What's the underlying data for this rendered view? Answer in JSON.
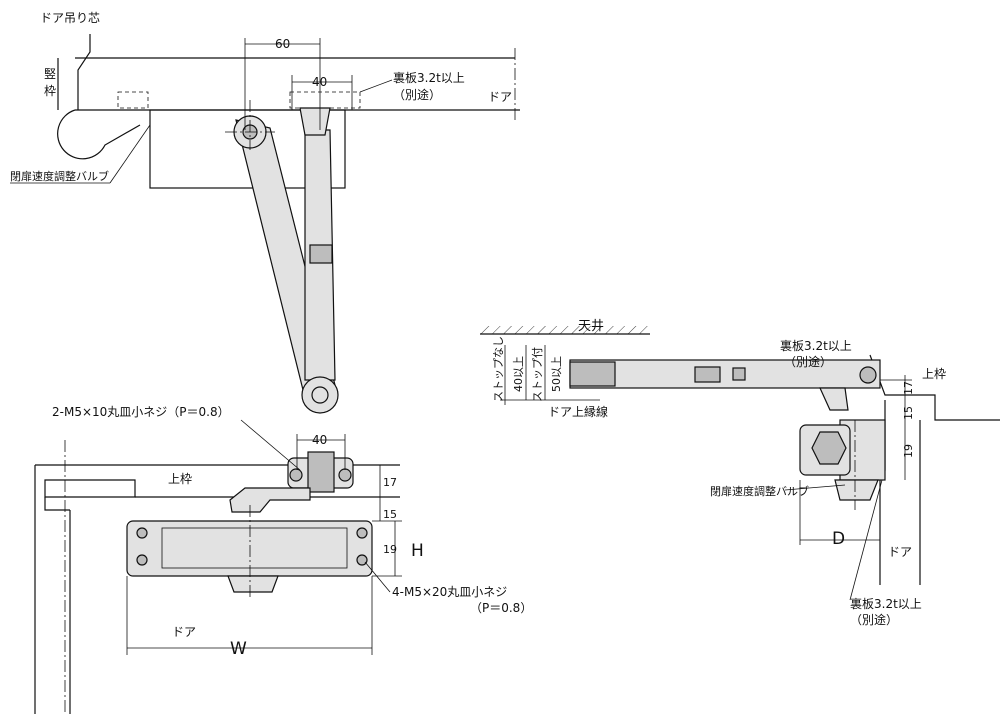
{
  "labels": {
    "door_pivot_center": "ドア吊り芯",
    "jamb": "竪\n枠",
    "dim_60": "60",
    "dim_40_top": "40",
    "backing_plate_top": "裏板3.2t以上",
    "backing_plate_top_note": "（別途）",
    "door_top": "ドア",
    "valve_top": "閉扉速度調整バルブ",
    "screw_m5x10": "2-M5×10丸皿小ネジ（P＝0.8）",
    "dim_40_front": "40",
    "head_frame_front": "上枠",
    "dim_15_front": "15",
    "dim_17_front": "17",
    "dim_19_front": "19",
    "dim_H": "H",
    "screw_m5x20": "4-M5×20丸皿小ネジ",
    "screw_m5x20_pitch": "（P＝0.8）",
    "door_front": "ドア",
    "dim_W": "W",
    "ceiling": "天井",
    "no_stop": "ストップなし",
    "min_40": "40以上",
    "with_stop": "ストップ付",
    "min_50": "50以上",
    "door_top_edge": "ドア上縁線",
    "backing_plate_side": "裏板3.2t以上",
    "backing_plate_side_note": "（別途）",
    "head_frame_side": "上枠",
    "dim_17_side": "17",
    "dim_15_side": "15",
    "dim_19_side": "19",
    "valve_side": "閉扉速度調整バルブ",
    "dim_D": "D",
    "door_side": "ドア",
    "backing_plate_bottom": "裏板3.2t以上",
    "backing_plate_bottom_note": "（別途）"
  }
}
